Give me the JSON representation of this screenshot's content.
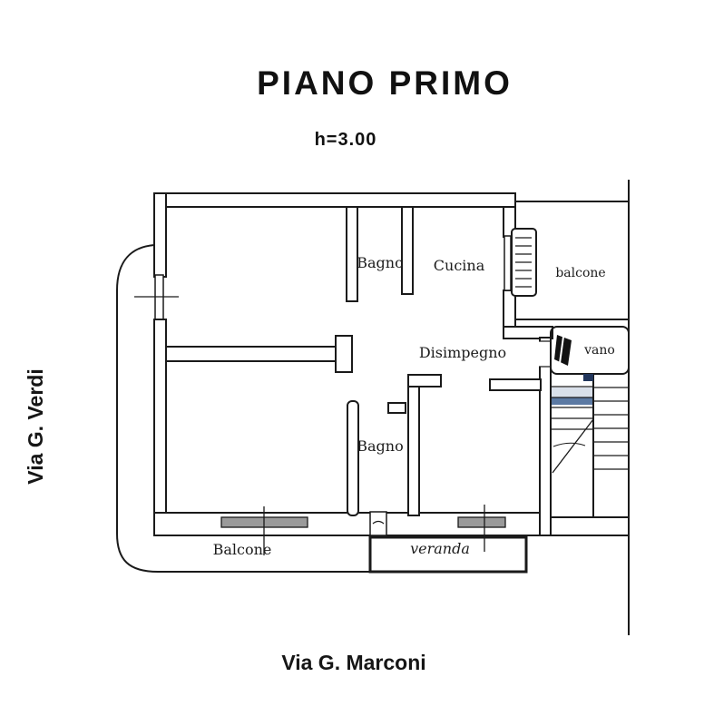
{
  "title": "PIANO PRIMO",
  "subtitle": "h=3.00",
  "streets": {
    "left": "Via G. Verdi",
    "bottom": "Via G. Marconi"
  },
  "rooms": {
    "bagno_top": "Bagno",
    "cucina": "Cucina",
    "disimpegno": "Disimpegno",
    "bagno_bottom": "Bagno",
    "balcone_bottom": "Balcone",
    "veranda": "veranda",
    "balcone_right": "balcone",
    "vano_scala": "vano"
  },
  "colors": {
    "line": "#1a1a1a",
    "sill_gray": "#9a9a9a",
    "stair_light": "#d9e0ea",
    "stair_blue": "#5b79a3",
    "stair_navy": "#22365c"
  }
}
